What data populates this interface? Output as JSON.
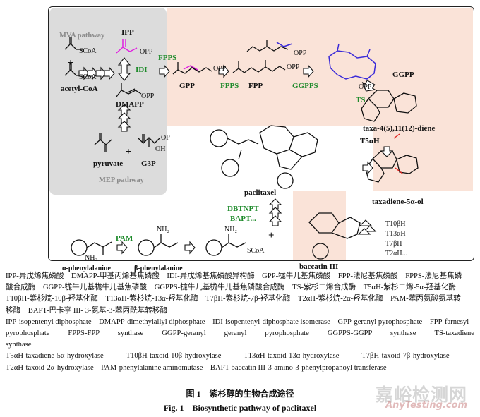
{
  "figure": {
    "mva_pathway": "MVA pathway",
    "mep_pathway": "MEP pathway",
    "compounds": {
      "ipp": "IPP",
      "acetyl_coa": "acetyl-CoA",
      "scoa_1": "SCoA",
      "scoa_2": "SCoA",
      "scoa_3": "SCoA",
      "dmapp": "DMAPP",
      "gpp": "GPP",
      "fpp": "FPP",
      "ggpp": "GGPP",
      "pyruvate": "pyruvate",
      "g3p": "G3P",
      "taxadiene": "taxa-4(5),11(12)-diene",
      "taxadienol": "taxadiene-5α-ol",
      "paclitaxel": "paclitaxel",
      "baccatin": "baccatin III",
      "alpha_phe": "α-phenylalanine",
      "beta_phe": "β-phenylalanine",
      "opp_1": "OPP",
      "opp_2": "OPP",
      "opp_3": "OPP",
      "opp_4": "OPP",
      "opp_5": "OPP",
      "opp_6": "OPP",
      "op": "OP",
      "oh": "OH",
      "nh2_1": "NH₂",
      "nh2_2": "NH₂",
      "nh2_3": "NH₂"
    },
    "enzymes": {
      "idi": "IDI",
      "fpps_1": "FPPS",
      "fpps_2": "FPPS",
      "ggpps": "GGPPS",
      "ts": "TS",
      "t5ah": "T5αH",
      "dbtnpt": "DBTNPT",
      "bapt": "BAPT...",
      "pam": "PAM",
      "t10bh": "T10βH",
      "t13ah": "T13αH",
      "t7bh": "T7βH",
      "t2ah": "T2αH..."
    },
    "colors": {
      "ipp_chain": "#e020e0",
      "ggpp_chain": "#3a2ad8",
      "enzyme_green": "#1d8a2a",
      "mva_box": "#dcdcdc",
      "taxane_box": "#fae3d8",
      "oh_red": "#e0201c"
    }
  },
  "legend": {
    "cn_line1": "IPP-异戊烯焦磷酸　DMAPP-甲基丙烯基焦磷酸　IDI-异戊烯基焦磷酸异构酶　GPP-牻牛儿基焦磷酸　FPP-法尼基焦磷酸　FPPS-法尼基焦磷",
    "cn_line2": "酸合成酶　GGPP-牻牛儿基牻牛儿基焦磷酸　GGPPS-牻牛儿基牻牛儿基焦磷酸合成酶　TS-紫杉二烯合成酶　T5αH-紫杉二烯-5α-羟基化酶",
    "cn_line3": "T10βH-紫杉烷-10β-羟基化酶　T13αH-紫杉烷-13α-羟基化酶　T7βH-紫杉烷-7β-羟基化酶　T2αH-紫杉烷-2α-羟基化酶　PAM-苯丙氨酸氨基转",
    "cn_line4": "移酶　BAPT-巴卡亭 III- 3-氨基-3-苯丙酰基转移酶",
    "en_line1": "IPP-isopentenyl diphosphate　DMAPP-dimethylallyl diphosphate　IDI-isopentenyl-diphosphate isomerase　GPP-geranyl pyrophosphate　FPP-farnesyl",
    "en_line2": "pyrophosphate　　FPPS-FPP　　synthase　　GGPP-geranyl　　geranyl　　pyrophosphate　　GGPPS-GGPP　　synthase　　TS-taxadiene　　synthase",
    "en_line3": "T5αH-taxadiene-5α-hydroxylase　　　T10βH-taxoid-10β-hydroxylase　　　T13αH-taxoid-13α-hydroxylase　　　T7βH-taxoid-7β-hydroxylase",
    "en_line4": "T2αH-taxoid-2α-hydroxylase　PAM-phenylalanine aminomutase　BAPT-baccatin III-3-amino-3-phenylpropanoyl transferase"
  },
  "caption": {
    "cn": "图 1　紫杉醇的生物合成途径",
    "en": "Fig. 1　Biosynthetic pathway of paclitaxel"
  },
  "watermark": {
    "cn": "嘉峪检测网",
    "en": "AnyTesting.com"
  }
}
